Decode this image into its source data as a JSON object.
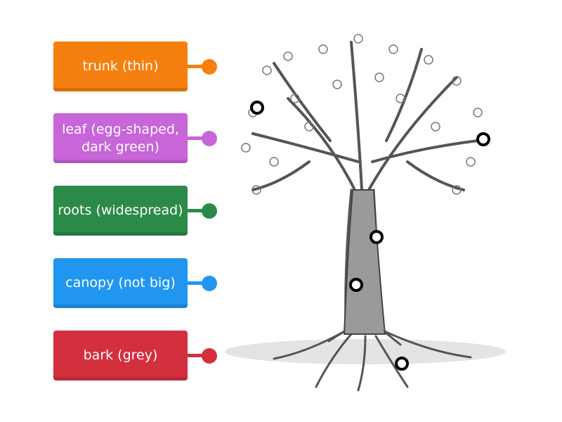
{
  "labels": [
    {
      "text": "trunk (thin)",
      "color": "#f57f0f"
    },
    {
      "text": "leaf (egg-shaped, dark green)",
      "color": "#c765d9"
    },
    {
      "text": "roots (widespread)",
      "color": "#2c8a48"
    },
    {
      "text": "canopy (not big)",
      "color": "#2196f0"
    },
    {
      "text": "bark (grey)",
      "color": "#d42f3d"
    }
  ],
  "hotspots_count": 5
}
